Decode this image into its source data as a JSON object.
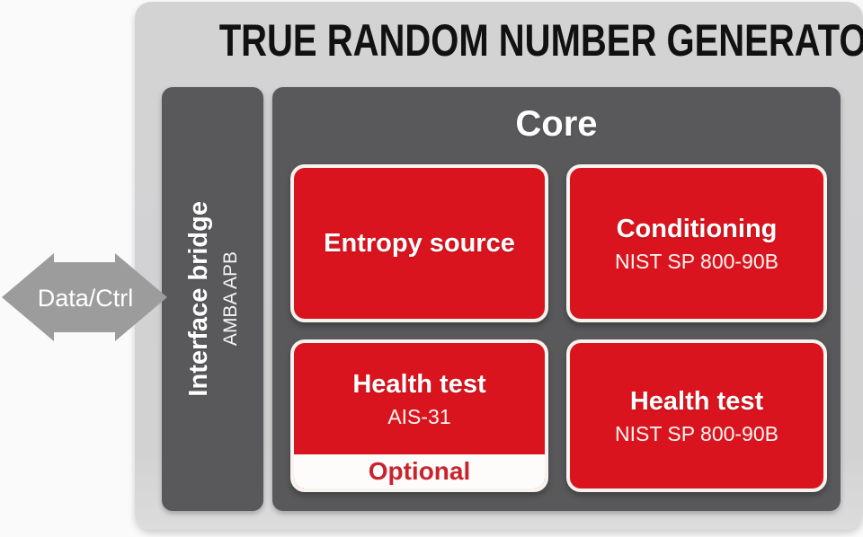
{
  "title": "TRUE RANDOM NUMBER GENERATOR",
  "interface_bridge": {
    "label": "Interface bridge",
    "sublabel": "AMBA APB"
  },
  "core": {
    "title": "Core",
    "blocks": [
      {
        "id": "entropy-source",
        "label": "Entropy source",
        "sublabel": ""
      },
      {
        "id": "conditioning",
        "label": "Conditioning",
        "sublabel": "NIST SP 800-90B"
      },
      {
        "id": "health-test-ais31",
        "label": "Health test",
        "sublabel": "AIS-31",
        "badge": "Optional"
      },
      {
        "id": "health-test-nist",
        "label": "Health test",
        "sublabel": "NIST SP 800-90B"
      }
    ]
  },
  "arrow": {
    "label": "Data/Ctrl"
  },
  "colors": {
    "panel_light_gray": "#d2d2d3",
    "panel_dark_gray": "#59595b",
    "block_red": "#da141e",
    "block_border_cream": "#f7f3ee",
    "optional_text_red": "#c8242e",
    "arrow_gray": "#9d9c9c",
    "title_text": "#111111",
    "background": "#fbfafa"
  }
}
